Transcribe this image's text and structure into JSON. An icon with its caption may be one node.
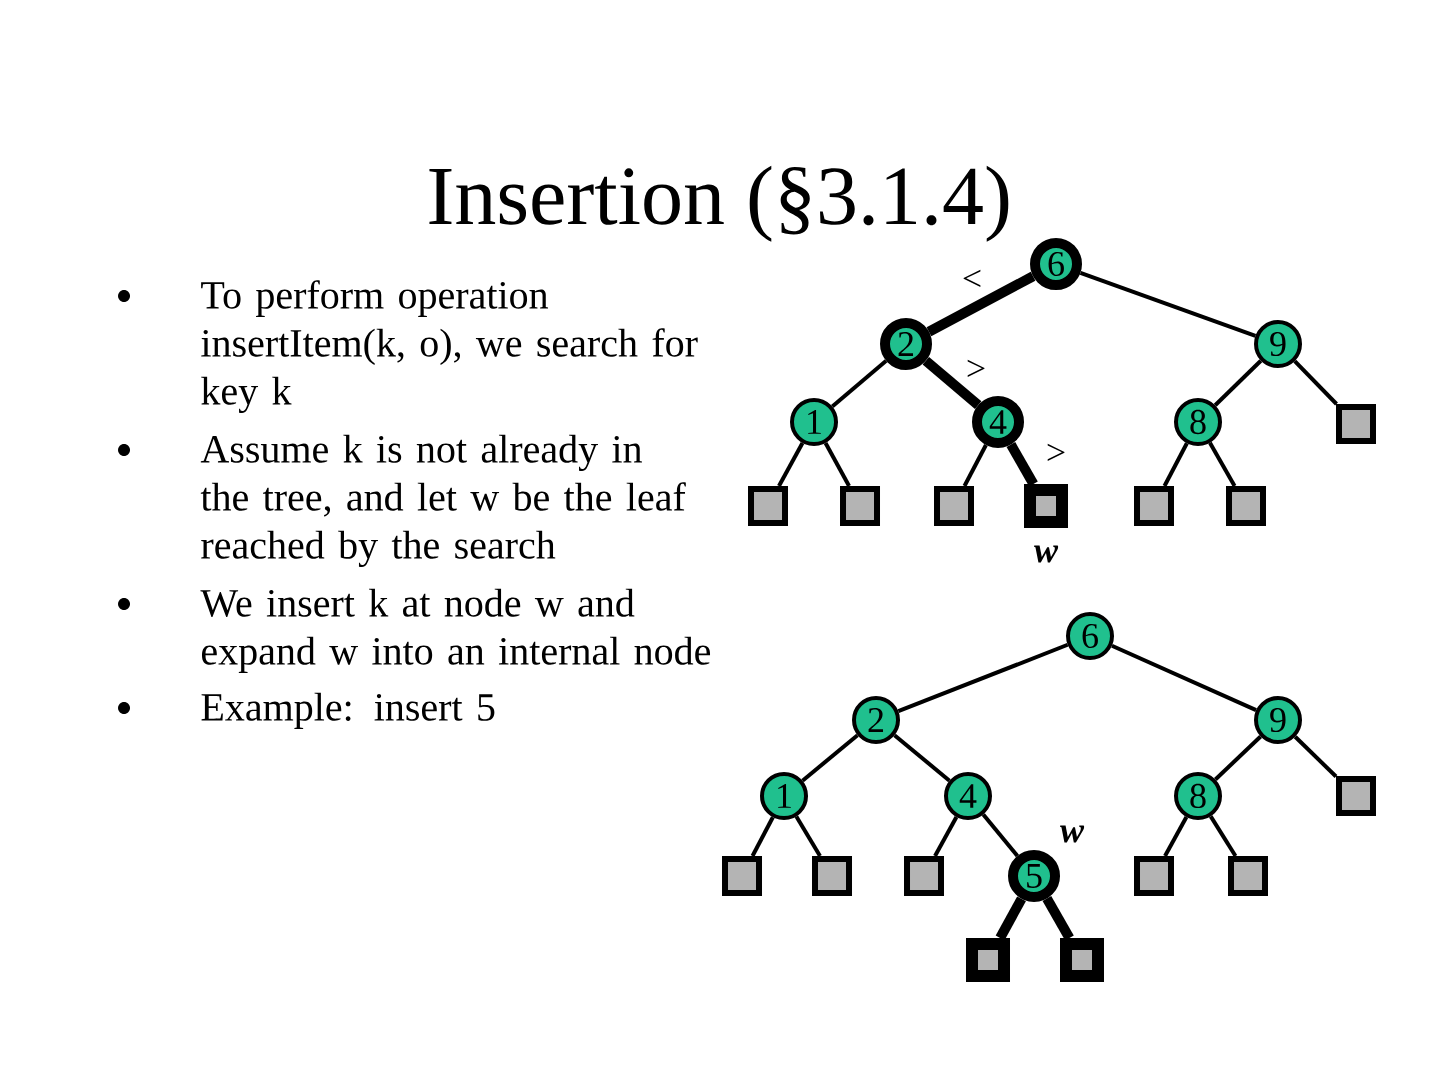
{
  "diagram": {
    "title": "Insertion (§3.1.4)",
    "nodes": [
      {
        "text": [
          "6"
        ]
      },
      {
        "text": [
          "2"
        ]
      },
      {
        "text": [
          "9"
        ]
      },
      {
        "text": [
          "1"
        ]
      },
      {
        "text": [
          "4"
        ]
      },
      {
        "text": [
          "8"
        ]
      },
      {
        "text": [],
        "shape": "box"
      },
      {
        "text": [],
        "shape": "box"
      },
      {
        "text": [],
        "shape": "box"
      },
      {
        "text": [],
        "shape": "box"
      },
      {
        "text": [],
        "shape": "box",
        "beside": [
          "w"
        ]
      },
      {
        "text": [],
        "shape": "box"
      },
      {
        "text": [],
        "shape": "box"
      },
      {
        "text": [
          "6"
        ]
      },
      {
        "text": [
          "2"
        ]
      },
      {
        "text": [
          "9"
        ]
      },
      {
        "text": [
          "1"
        ]
      },
      {
        "text": [
          "4"
        ]
      },
      {
        "text": [
          "8"
        ]
      },
      {
        "text": [],
        "shape": "box"
      },
      {
        "text": [],
        "shape": "box"
      },
      {
        "text": [],
        "shape": "box"
      },
      {
        "text": [],
        "shape": "box"
      },
      {
        "text": [
          "5"
        ],
        "beside": [
          "w"
        ]
      },
      {
        "text": [],
        "shape": "box"
      },
      {
        "text": [],
        "shape": "box"
      },
      {
        "text": [],
        "shape": "box"
      },
      {
        "text": [],
        "shape": "box"
      }
    ],
    "edges": [
      {
        "from": 0,
        "to": 1,
        "arrow": "none",
        "label": "<",
        "style": "thick"
      },
      {
        "from": 0,
        "to": 2,
        "arrow": "none"
      },
      {
        "from": 1,
        "to": 3,
        "arrow": "none"
      },
      {
        "from": 1,
        "to": 4,
        "arrow": "none",
        "label": ">",
        "style": "thick"
      },
      {
        "from": 2,
        "to": 5,
        "arrow": "none"
      },
      {
        "from": 2,
        "to": 6,
        "arrow": "none"
      },
      {
        "from": 3,
        "to": 7,
        "arrow": "none"
      },
      {
        "from": 3,
        "to": 8,
        "arrow": "none"
      },
      {
        "from": 4,
        "to": 9,
        "arrow": "none"
      },
      {
        "from": 4,
        "to": 10,
        "arrow": "none",
        "label": ">",
        "style": "thick"
      },
      {
        "from": 5,
        "to": 11,
        "arrow": "none"
      },
      {
        "from": 5,
        "to": 12,
        "arrow": "none"
      },
      {
        "from": 13,
        "to": 14,
        "arrow": "none"
      },
      {
        "from": 13,
        "to": 15,
        "arrow": "none"
      },
      {
        "from": 14,
        "to": 16,
        "arrow": "none"
      },
      {
        "from": 14,
        "to": 17,
        "arrow": "none"
      },
      {
        "from": 15,
        "to": 18,
        "arrow": "none"
      },
      {
        "from": 15,
        "to": 19,
        "arrow": "none"
      },
      {
        "from": 16,
        "to": 20,
        "arrow": "none"
      },
      {
        "from": 16,
        "to": 21,
        "arrow": "none"
      },
      {
        "from": 17,
        "to": 22,
        "arrow": "none"
      },
      {
        "from": 17,
        "to": 23,
        "arrow": "none"
      },
      {
        "from": 18,
        "to": 24,
        "arrow": "none"
      },
      {
        "from": 18,
        "to": 25,
        "arrow": "none"
      },
      {
        "from": 23,
        "to": 26,
        "arrow": "none",
        "style": "thick"
      },
      {
        "from": 23,
        "to": 27,
        "arrow": "none",
        "style": "thick"
      }
    ],
    "labels": [
      "To perform operation insertItem(k, o), we search for key k",
      "Assume k is not already in the tree, and let w be the leaf reached by the search",
      "We insert k at node w and expand w into an internal node",
      "Example: insert 5"
    ]
  }
}
